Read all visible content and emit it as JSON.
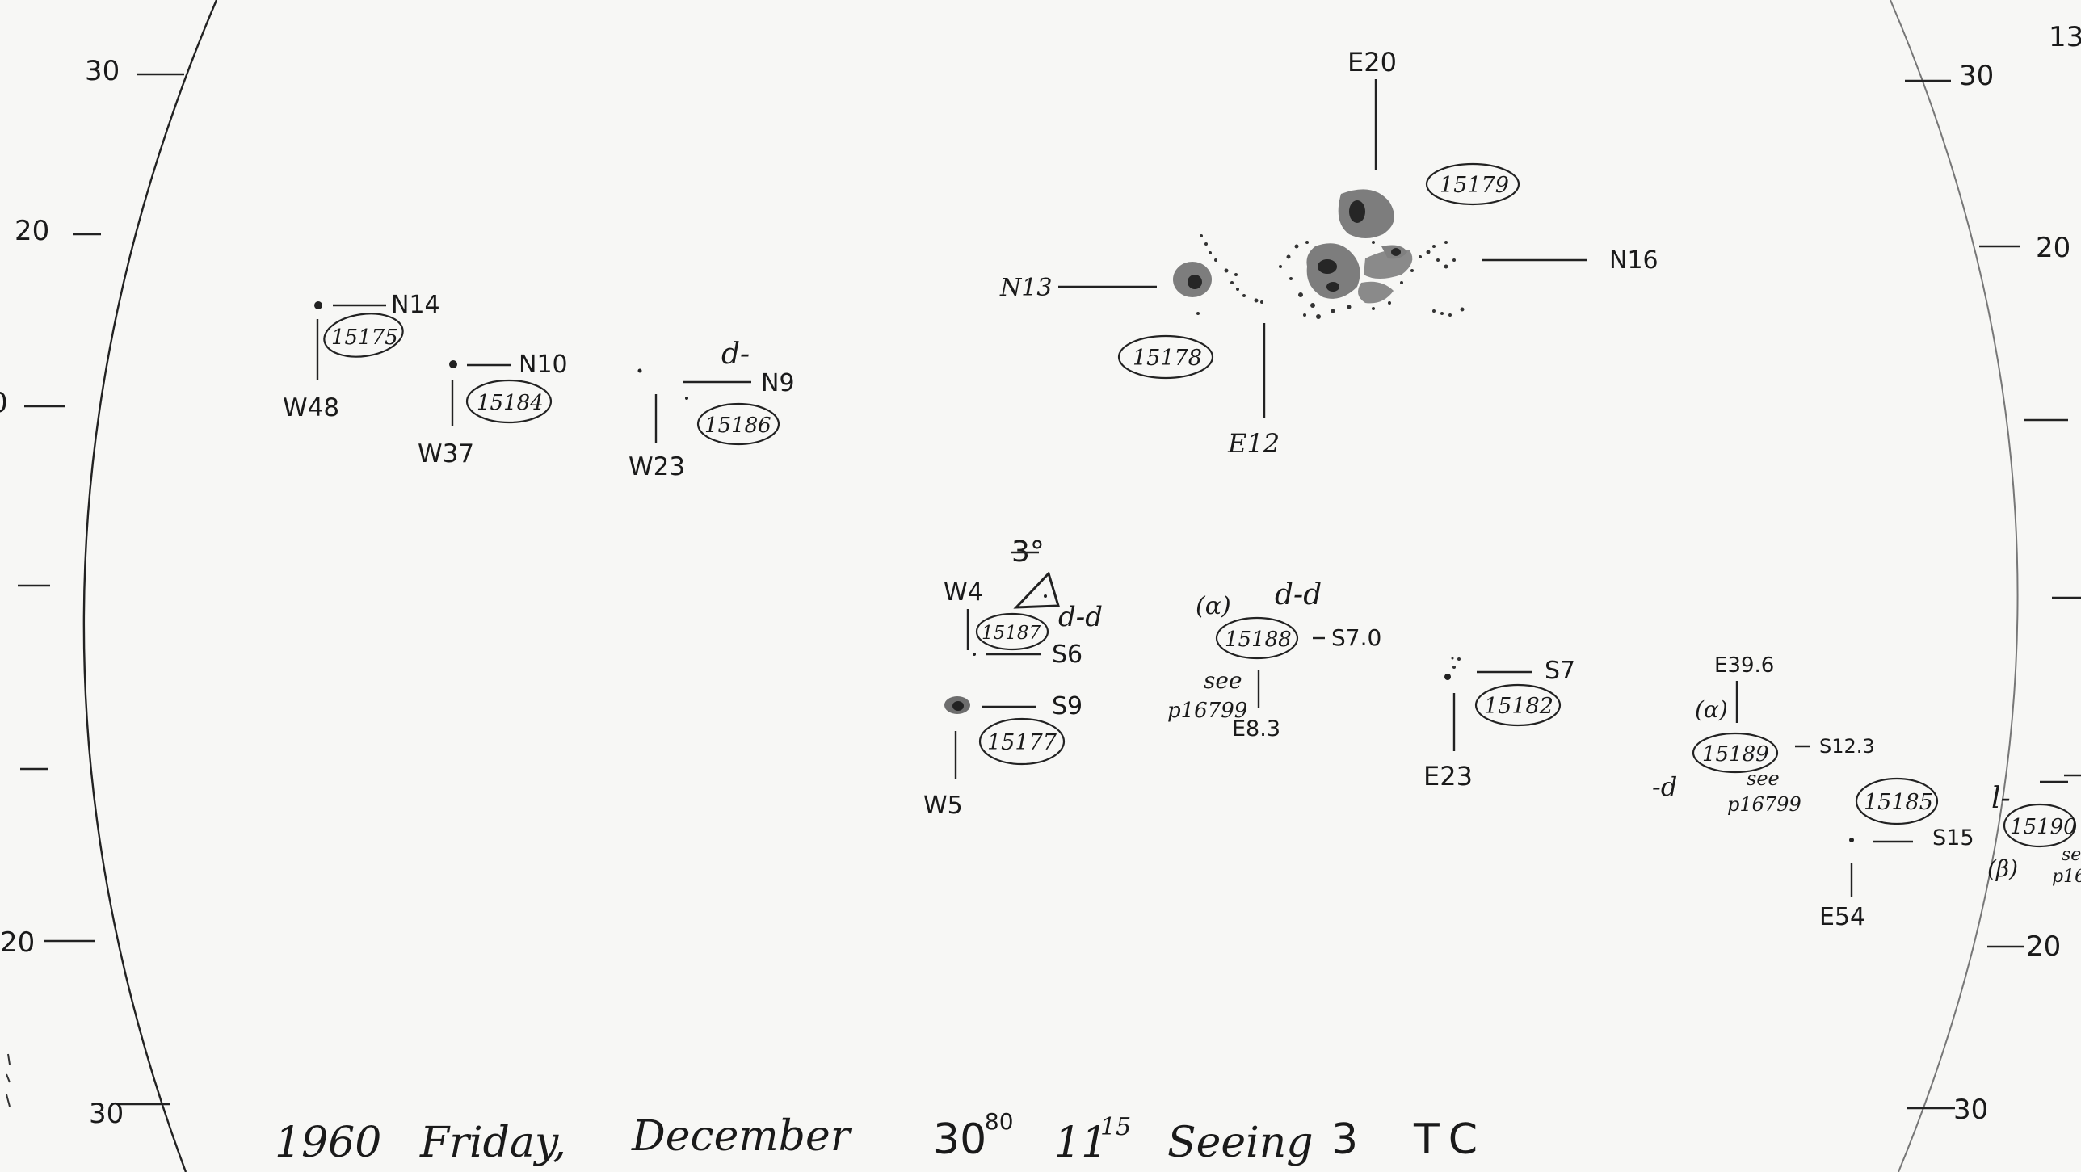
{
  "axis_ticks": {
    "left": [
      "30",
      "20",
      "0",
      "",
      "",
      "20",
      "30"
    ],
    "right": [
      "13",
      "30",
      "20",
      "",
      "",
      "20",
      "30"
    ]
  },
  "regions": [
    {
      "id": "15175",
      "lat": "N14",
      "lon": "W48"
    },
    {
      "id": "15184",
      "lat": "N10",
      "lon": "W37"
    },
    {
      "id": "15186",
      "lat": "N9",
      "lon": "W23",
      "class": "d-"
    },
    {
      "id": "15178",
      "lat": "N13",
      "lon": "E12"
    },
    {
      "id": "15179",
      "lat": "N16",
      "lon": "E20"
    },
    {
      "id": "15187",
      "lat": "S6",
      "lon": "W4",
      "class": "d-d",
      "note": "3°"
    },
    {
      "id": "15177",
      "lat": "S9",
      "lon": "W5"
    },
    {
      "id": "15188",
      "lat": "S7.0",
      "lon": "E8.3",
      "class": "d-d",
      "mag": "(α)",
      "see_a": "see",
      "see_b": "p16799"
    },
    {
      "id": "15182",
      "lat": "S7",
      "lon": "E23"
    },
    {
      "id": "15189",
      "lat": "S12.3",
      "lon": "E39.6",
      "class": "-d",
      "mag": "(α)",
      "see_a": "see",
      "see_b": "p16799"
    },
    {
      "id": "15185",
      "lat": "S15",
      "lon": "E54"
    },
    {
      "id": "15190",
      "class": "l-",
      "mag": "(β)",
      "see_a": "se",
      "see_b": "p16"
    }
  ],
  "footer": {
    "year": "1960",
    "day": "Friday,",
    "month": "December",
    "date": "30",
    "date_frac": ".80",
    "time": "11",
    "time_min": "15",
    "seeing_label": "Seeing",
    "seeing_value": "3",
    "observer": "TC"
  },
  "colors": {
    "ink": "#1a1a1a",
    "paper": "#f7f7f5",
    "spot_gray": "#7d7d7d",
    "spot_dark": "#262626"
  }
}
